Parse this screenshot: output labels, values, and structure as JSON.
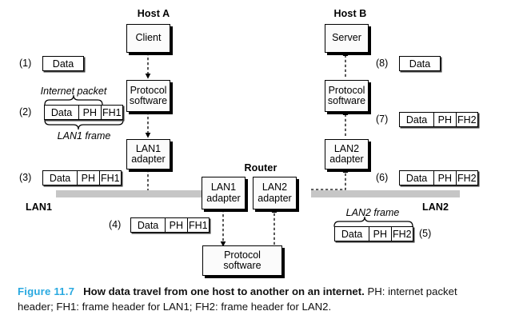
{
  "figure": {
    "hosts": [
      {
        "key": "host_a",
        "label": "Host A"
      },
      {
        "key": "host_b",
        "label": "Host B"
      }
    ],
    "router_label": "Router",
    "lan_labels": {
      "lan1": "LAN1",
      "lan2": "LAN2"
    },
    "nodes": {
      "client": "Client",
      "server": "Server",
      "protocol_software_a": "Protocol\nsoftware",
      "protocol_software_b": "Protocol\nsoftware",
      "protocol_software_router": "Protocol\nsoftware",
      "lan1_adapter_host": "LAN1\nadapter",
      "lan2_adapter_host": "LAN2\nadapter",
      "lan1_adapter_router": "LAN1\nadapter",
      "lan2_adapter_router": "LAN2\nadapter"
    },
    "annotations": {
      "internet_packet": "Internet packet",
      "lan1_frame": "LAN1 frame",
      "lan2_frame": "LAN2 frame"
    },
    "packets": [
      {
        "id": "p1",
        "step": "(1)",
        "segments": [
          "Data"
        ]
      },
      {
        "id": "p2",
        "step": "(2)",
        "segments": [
          "Data",
          "PH",
          "FH1"
        ]
      },
      {
        "id": "p3",
        "step": "(3)",
        "segments": [
          "Data",
          "PH",
          "FH1"
        ]
      },
      {
        "id": "p4",
        "step": "(4)",
        "segments": [
          "Data",
          "PH",
          "FH1"
        ]
      },
      {
        "id": "p5",
        "step": "(5)",
        "segments": [
          "Data",
          "PH",
          "FH2"
        ]
      },
      {
        "id": "p6",
        "step": "(6)",
        "segments": [
          "Data",
          "PH",
          "FH2"
        ]
      },
      {
        "id": "p7",
        "step": "(7)",
        "segments": [
          "Data",
          "PH",
          "FH2"
        ]
      },
      {
        "id": "p8",
        "step": "(8)",
        "segments": [
          "Data"
        ]
      }
    ],
    "colors": {
      "figure_number": "#29a9e0",
      "lan_bar": "#c6c6c6",
      "box_fill": "#fbfbfb",
      "stroke": "#000000"
    }
  },
  "caption": {
    "number": "Figure 11.7",
    "title": "How data travel from one host to another on an internet.",
    "rest": " PH: internet packet header; FH1: frame header for LAN1; FH2: frame header for LAN2."
  }
}
